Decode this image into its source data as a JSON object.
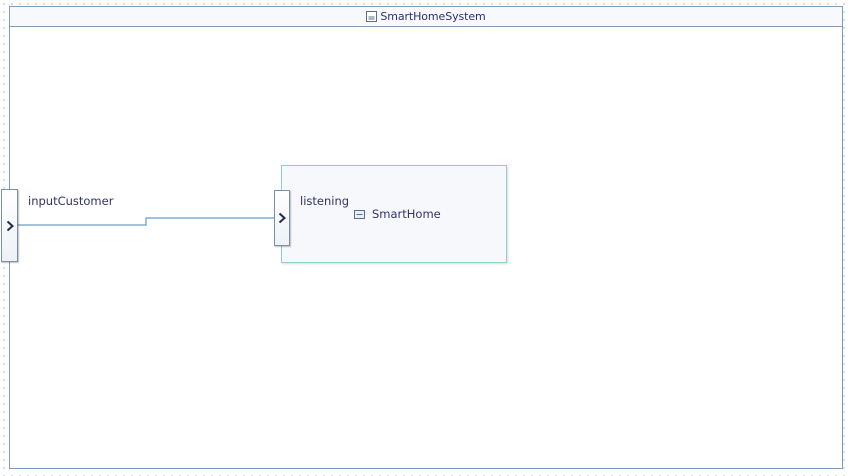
{
  "diagram": {
    "system": {
      "title": "SmartHomeSystem",
      "icon": "component-icon"
    },
    "ports": {
      "outer": {
        "label": "inputCustomer",
        "icon": "chevron-right-icon"
      },
      "inner": {
        "label": "listening",
        "icon": "chevron-right-icon"
      }
    },
    "component": {
      "title": "SmartHome",
      "icon": "component-icon"
    },
    "colors": {
      "border": "#7f9db9",
      "component_border": "#8fcfd6",
      "text": "#333366",
      "wire": "#4a86b4"
    }
  }
}
